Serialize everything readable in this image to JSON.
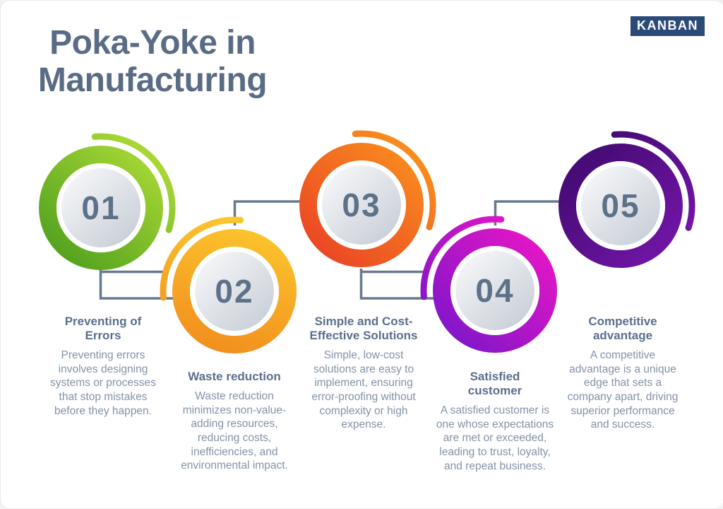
{
  "header": {
    "title_line1": "Poka-Yoke in",
    "title_line2": "Manufacturing",
    "brand": "KANBAN"
  },
  "colors": {
    "background": "#ffffff",
    "title_text": "#5a6c85",
    "heading_text": "#5a6e8c",
    "body_text": "#8492a6",
    "number_text": "#5d7189",
    "connector": "#68798e",
    "brand_bg": "#2b4a78",
    "brand_text": "#ffffff",
    "sphere_light": "#f6f7f9",
    "sphere_dark": "#c3cad3"
  },
  "steps": [
    {
      "number": "01",
      "title": "Preventing of Errors",
      "description": "Preventing errors involves designing systems or processes that stop mistakes before they happen.",
      "color_light": "#a8d735",
      "color_dark": "#4f9f1e"
    },
    {
      "number": "02",
      "title": "Waste reduction",
      "description": "Waste reduction minimizes non-value-adding resources, reducing costs, inefficiencies, and environmental impact.",
      "color_light": "#fcc62d",
      "color_dark": "#f18a1d"
    },
    {
      "number": "03",
      "title": "Simple and Cost-Effective Solutions",
      "description": "Simple, low-cost solutions are easy to implement, ensuring error-proofing without complexity or high expense.",
      "color_light": "#f98b1e",
      "color_dark": "#ea4325"
    },
    {
      "number": "04",
      "title": "Satisfied customer",
      "description": "A satisfied customer is one whose expectations are met or exceeded, leading to trust, loyalty, and repeat business.",
      "color_light": "#e816c6",
      "color_dark": "#7a16c9"
    },
    {
      "number": "05",
      "title": "Competitive advantage",
      "description": "A competitive advantage is a unique edge that sets a company apart, driving superior performance and success.",
      "color_light": "#7716ad",
      "color_dark": "#400a6e"
    }
  ]
}
